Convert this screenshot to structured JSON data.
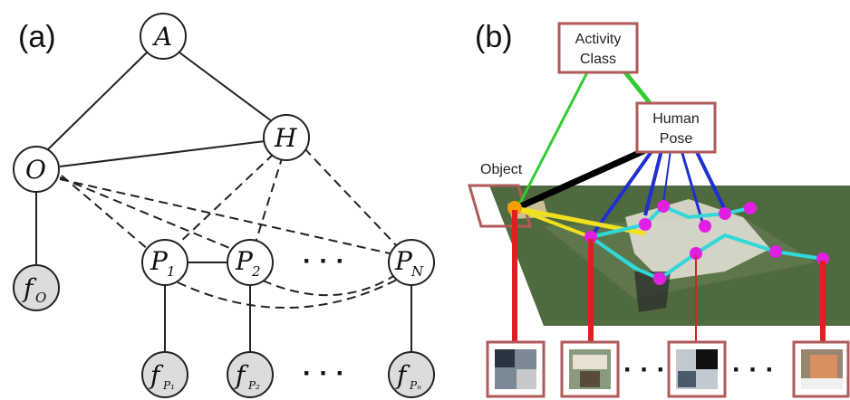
{
  "panel_a": {
    "label": "(a)",
    "nodes": {
      "A": "A",
      "H": "H",
      "O": "O",
      "fo_main": "f",
      "fo_sub": "O",
      "P1_main": "P",
      "P1_sub": "1",
      "P2_main": "P",
      "P2_sub": "2",
      "PN_main": "P",
      "PN_sub": "N",
      "fP1_main": "f",
      "fP1_sub": "P₁",
      "fP2_main": "f",
      "fP2_sub": "P₂",
      "fPN_main": "f",
      "fPN_sub": "Pₙ"
    },
    "ellipsis": "· · ·"
  },
  "panel_b": {
    "label": "(b)",
    "activity_box_line1": "Activity",
    "activity_box_line2": "Class",
    "pose_box_line1": "Human",
    "pose_box_line2": "Pose",
    "object_label": "Object",
    "ellipsis": "· · ·",
    "colors": {
      "box_border": "#b05a5a",
      "green": "#33cc33",
      "black": "#000000",
      "blue": "#1f2fd0",
      "red": "#e02020",
      "yellow": "#f0e020",
      "cyan": "#30d8d8",
      "magenta": "#e020e0",
      "orange": "#f5a000",
      "court": "#4f6a3e"
    }
  }
}
